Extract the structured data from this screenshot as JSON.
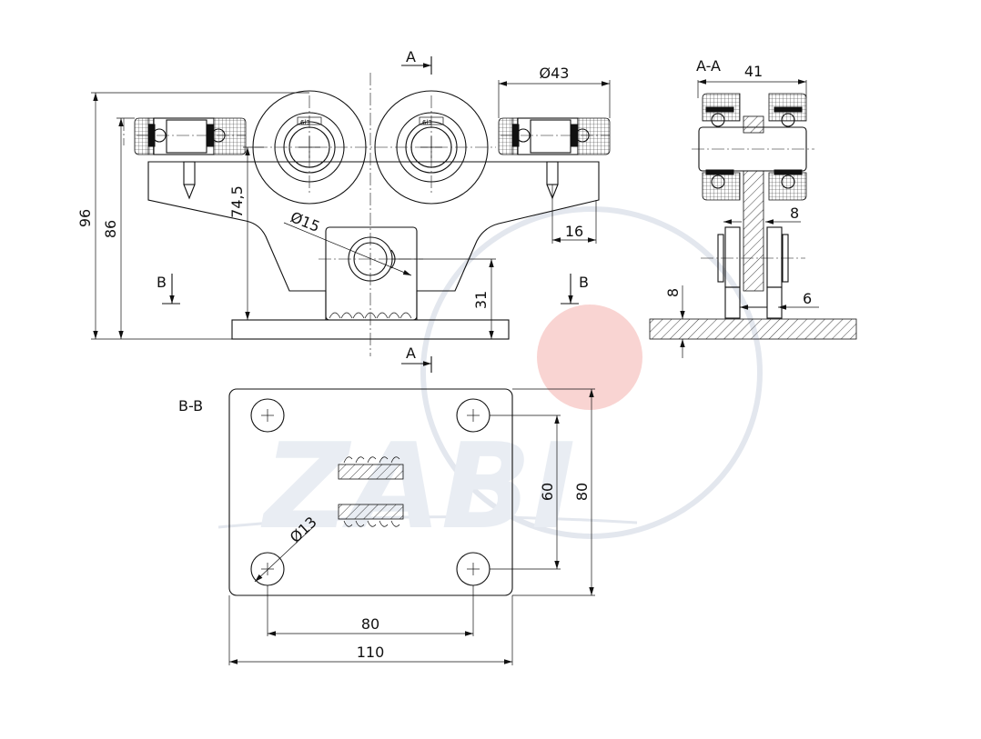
{
  "watermark": {
    "text": "ZABI",
    "circle_color": "#f7c9c7",
    "ring_color": "#e3e7ee"
  },
  "section_labels": {
    "aa_marker": "A",
    "bb_marker": "B",
    "aa_view": "A-A",
    "bb_view": "B-B"
  },
  "front_view_dims": {
    "height_total": "96",
    "height_wheel_top": "86",
    "height_axle": "74,5",
    "pin_diameter": "Ø15",
    "wheel_diameter": "Ø43",
    "plate_overhang": "16",
    "pin_height": "31"
  },
  "section_aa_dims": {
    "width": "41",
    "plate_thickness": "8",
    "web_thickness": "8",
    "gap": "6"
  },
  "section_bb_dims": {
    "hole_diameter": "Ø13",
    "hole_spacing_x": "80",
    "hole_spacing_y": "60",
    "plate_width": "110",
    "plate_height": "80"
  },
  "bearing_marking": "6l3"
}
